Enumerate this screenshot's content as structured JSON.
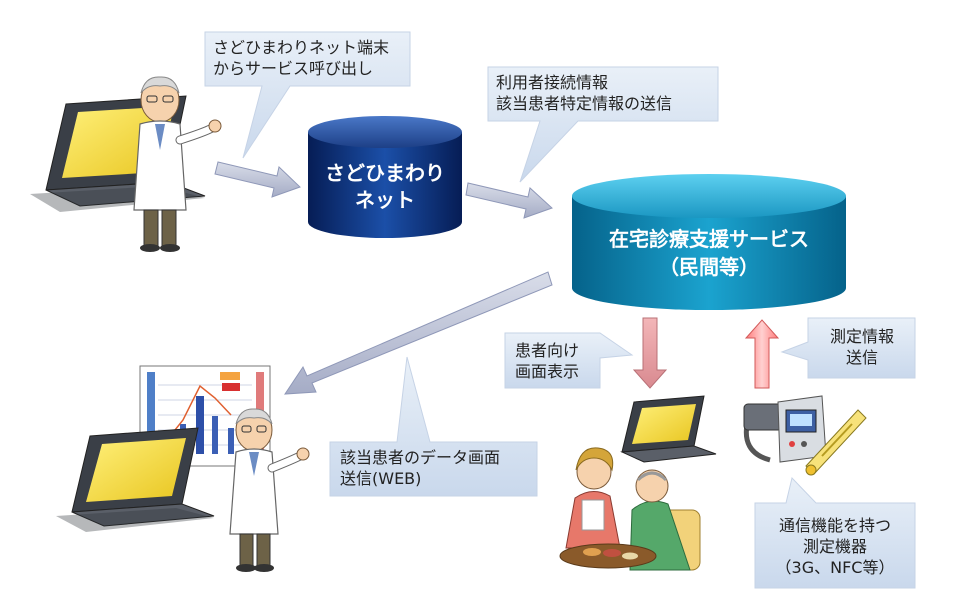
{
  "nodes": {
    "sadohimawari_net": {
      "label": "さどひまわり\nネット"
    },
    "home_care_service": {
      "label": "在宅診療支援サービス\n（民間等）"
    }
  },
  "callouts": {
    "call_service": "さどひまわりネット端末\nからサービス呼び出し",
    "user_info": "利用者接続情報\n該当患者特定情報の送信",
    "patient_display": "患者向け\n画面表示",
    "measurement_send": "測定情報\n送信",
    "patient_web": "該当患者のデータ画面\n送信(WEB)",
    "device": "通信機能を持つ\n測定機器\n（3G、NFC等）"
  },
  "colors": {
    "cylinder_navy": "#0a2a6e",
    "cylinder_teal": "#0a7fa3",
    "arrow_gray": "#b8bfd6",
    "arrow_pink": "#ef8d93",
    "callout_fill": "#d7e3f2"
  }
}
